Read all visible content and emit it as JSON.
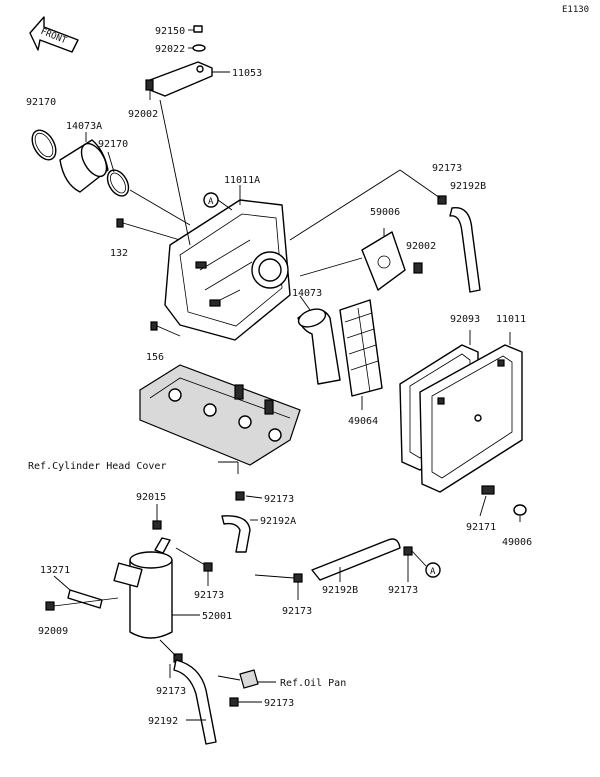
{
  "page_code": "E1130",
  "front_arrow_label": "FRONT",
  "callouts": {
    "p92150": "92150",
    "p92022": "92022",
    "p11053": "11053",
    "p92002_top": "92002",
    "p92170_left": "92170",
    "p14073A": "14073A",
    "p92170_right": "92170",
    "p11011A": "11011A",
    "p92173_upper": "92173",
    "p92192B_upper": "92192B",
    "p59006": "59006",
    "p92002_mid": "92002",
    "p132": "132",
    "p14073": "14073",
    "p92093": "92093",
    "p11011": "11011",
    "p156": "156",
    "p49064": "49064",
    "ref_cylinder_head_cover": "Ref.Cylinder Head Cover",
    "p92015": "92015",
    "p92173_a": "92173",
    "p92192A": "92192A",
    "p92171": "92171",
    "p49006": "49006",
    "p13271": "13271",
    "p92173_b": "92173",
    "p92192B_lower": "92192B",
    "p92173_c": "92173",
    "p92173_d": "92173",
    "p92009": "92009",
    "p52001": "52001",
    "p92173_e": "92173",
    "ref_oil_pan": "Ref.Oil Pan",
    "p92192": "92192",
    "p92173_f": "92173"
  },
  "connector_marks": {
    "a_top": "A",
    "a_bottom": "A"
  }
}
